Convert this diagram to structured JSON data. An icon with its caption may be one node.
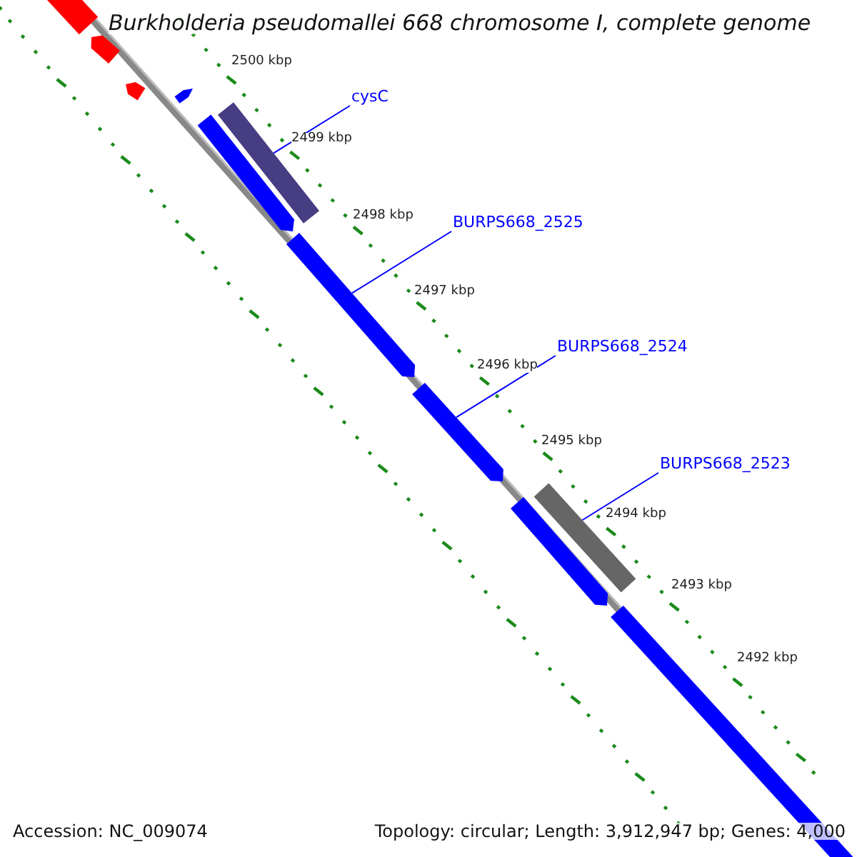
{
  "diagram": {
    "title": "Burkholderia pseudomallei 668 chromosome I, complete genome",
    "nodes": [
      {
        "text": [
          "cysC"
        ]
      },
      {
        "text": [],
        "shape": "bar"
      },
      {
        "text": [
          "BURPS668_2525"
        ]
      },
      {
        "text": [],
        "shape": "pentagon"
      },
      {
        "text": [
          "BURPS668_2524"
        ]
      },
      {
        "text": [],
        "shape": "pentagon"
      },
      {
        "text": [
          "BURPS668_2523"
        ]
      },
      {
        "text": [],
        "shape": "bar"
      }
    ],
    "edges": [
      {
        "from": 0,
        "to": 1,
        "arrow": "none"
      },
      {
        "from": 2,
        "to": 3,
        "arrow": "none"
      },
      {
        "from": 4,
        "to": 5,
        "arrow": "none"
      },
      {
        "from": 6,
        "to": 7,
        "arrow": "none"
      }
    ],
    "labels": [
      "2500 kbp",
      "2499 kbp",
      "2498 kbp",
      "2497 kbp",
      "2496 kbp",
      "2495 kbp",
      "2494 kbp",
      "2493 kbp",
      "2492 kbp",
      "Accession: NC_009074",
      "Topology: circular; Length: 3,912,947 bp; Genes: 4,000"
    ]
  }
}
